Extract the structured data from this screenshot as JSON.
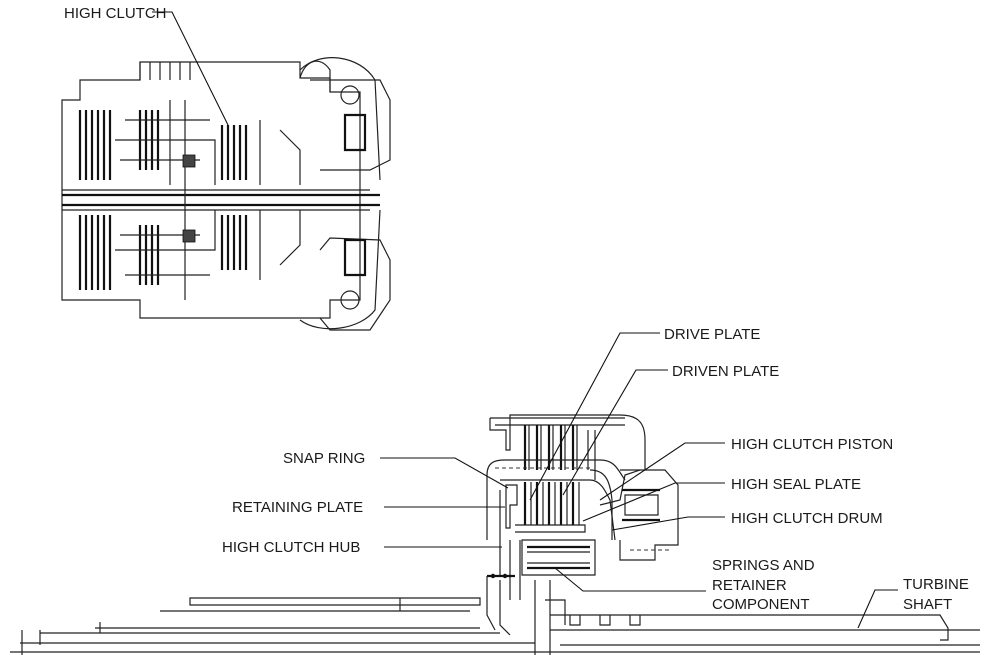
{
  "overview_diagram": {
    "labels": {
      "high_clutch": "HIGH CLUTCH"
    }
  },
  "detail_diagram": {
    "labels": {
      "drive_plate": "DRIVE PLATE",
      "driven_plate": "DRIVEN PLATE",
      "high_clutch_piston": "HIGH CLUTCH PISTON",
      "high_seal_plate": "HIGH SEAL PLATE",
      "high_clutch_drum": "HIGH CLUTCH DRUM",
      "springs_line1": "SPRINGS AND",
      "springs_line2": "RETAINER",
      "springs_line3": "COMPONENT",
      "turbine_line1": "TURBINE",
      "turbine_line2": "SHAFT",
      "snap_ring": "SNAP RING",
      "retaining_plate": "RETAINING PLATE",
      "high_clutch_hub": "HIGH CLUTCH HUB"
    }
  }
}
